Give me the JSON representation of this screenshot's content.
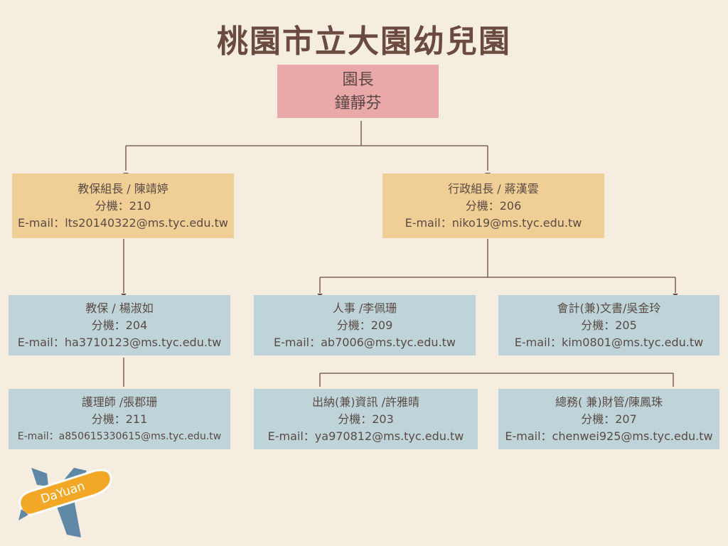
{
  "title": "桃園市立大園幼兒園",
  "principal": {
    "role": "園長",
    "name": "鐘靜芬"
  },
  "branches": {
    "education": {
      "heading": "教保組長 / 陳靖婷",
      "ext": "分機：210",
      "email": "E-mail：lts20140322@ms.tyc.edu.tw"
    },
    "admin": {
      "heading": "行政組長 / 蔣漢雲",
      "ext": "分機：206",
      "email": "E-mail：niko19@ms.tyc.edu.tw"
    }
  },
  "staff": {
    "teacher": {
      "heading": "教保 / 楊淑如",
      "ext": "分機：204",
      "email": "E-mail：ha3710123@ms.tyc.edu.tw"
    },
    "nurse": {
      "heading": "護理師 /張郡珊",
      "ext": "分機：211",
      "email": "E-mail：a850615330615@ms.tyc.edu.tw"
    },
    "hr": {
      "heading": "人事 /李佩珊",
      "ext": "分機：209",
      "email": "E-mail：ab7006@ms.tyc.edu.tw"
    },
    "accounting": {
      "heading": "會計(兼)文書/吳金玲",
      "ext": "分機：205",
      "email": "E-mail：kim0801@ms.tyc.edu.tw"
    },
    "cashier": {
      "heading": "出納(兼)資訊 /許雅晴",
      "ext": "分機：203",
      "email": "E-mail：ya970812@ms.tyc.edu.tw"
    },
    "general": {
      "heading": "總務( 兼)財管/陳鳳珠",
      "ext": "分機：207",
      "email": "E-mail：chenwei925@ms.tyc.edu.tw"
    }
  },
  "logo": {
    "text": "DaYuan"
  },
  "colors": {
    "background": "#f5ede0",
    "principal": "#e9a9a9",
    "leader": "#f0cf96",
    "staff": "#bfd4d8",
    "line": "#6b4a40"
  }
}
